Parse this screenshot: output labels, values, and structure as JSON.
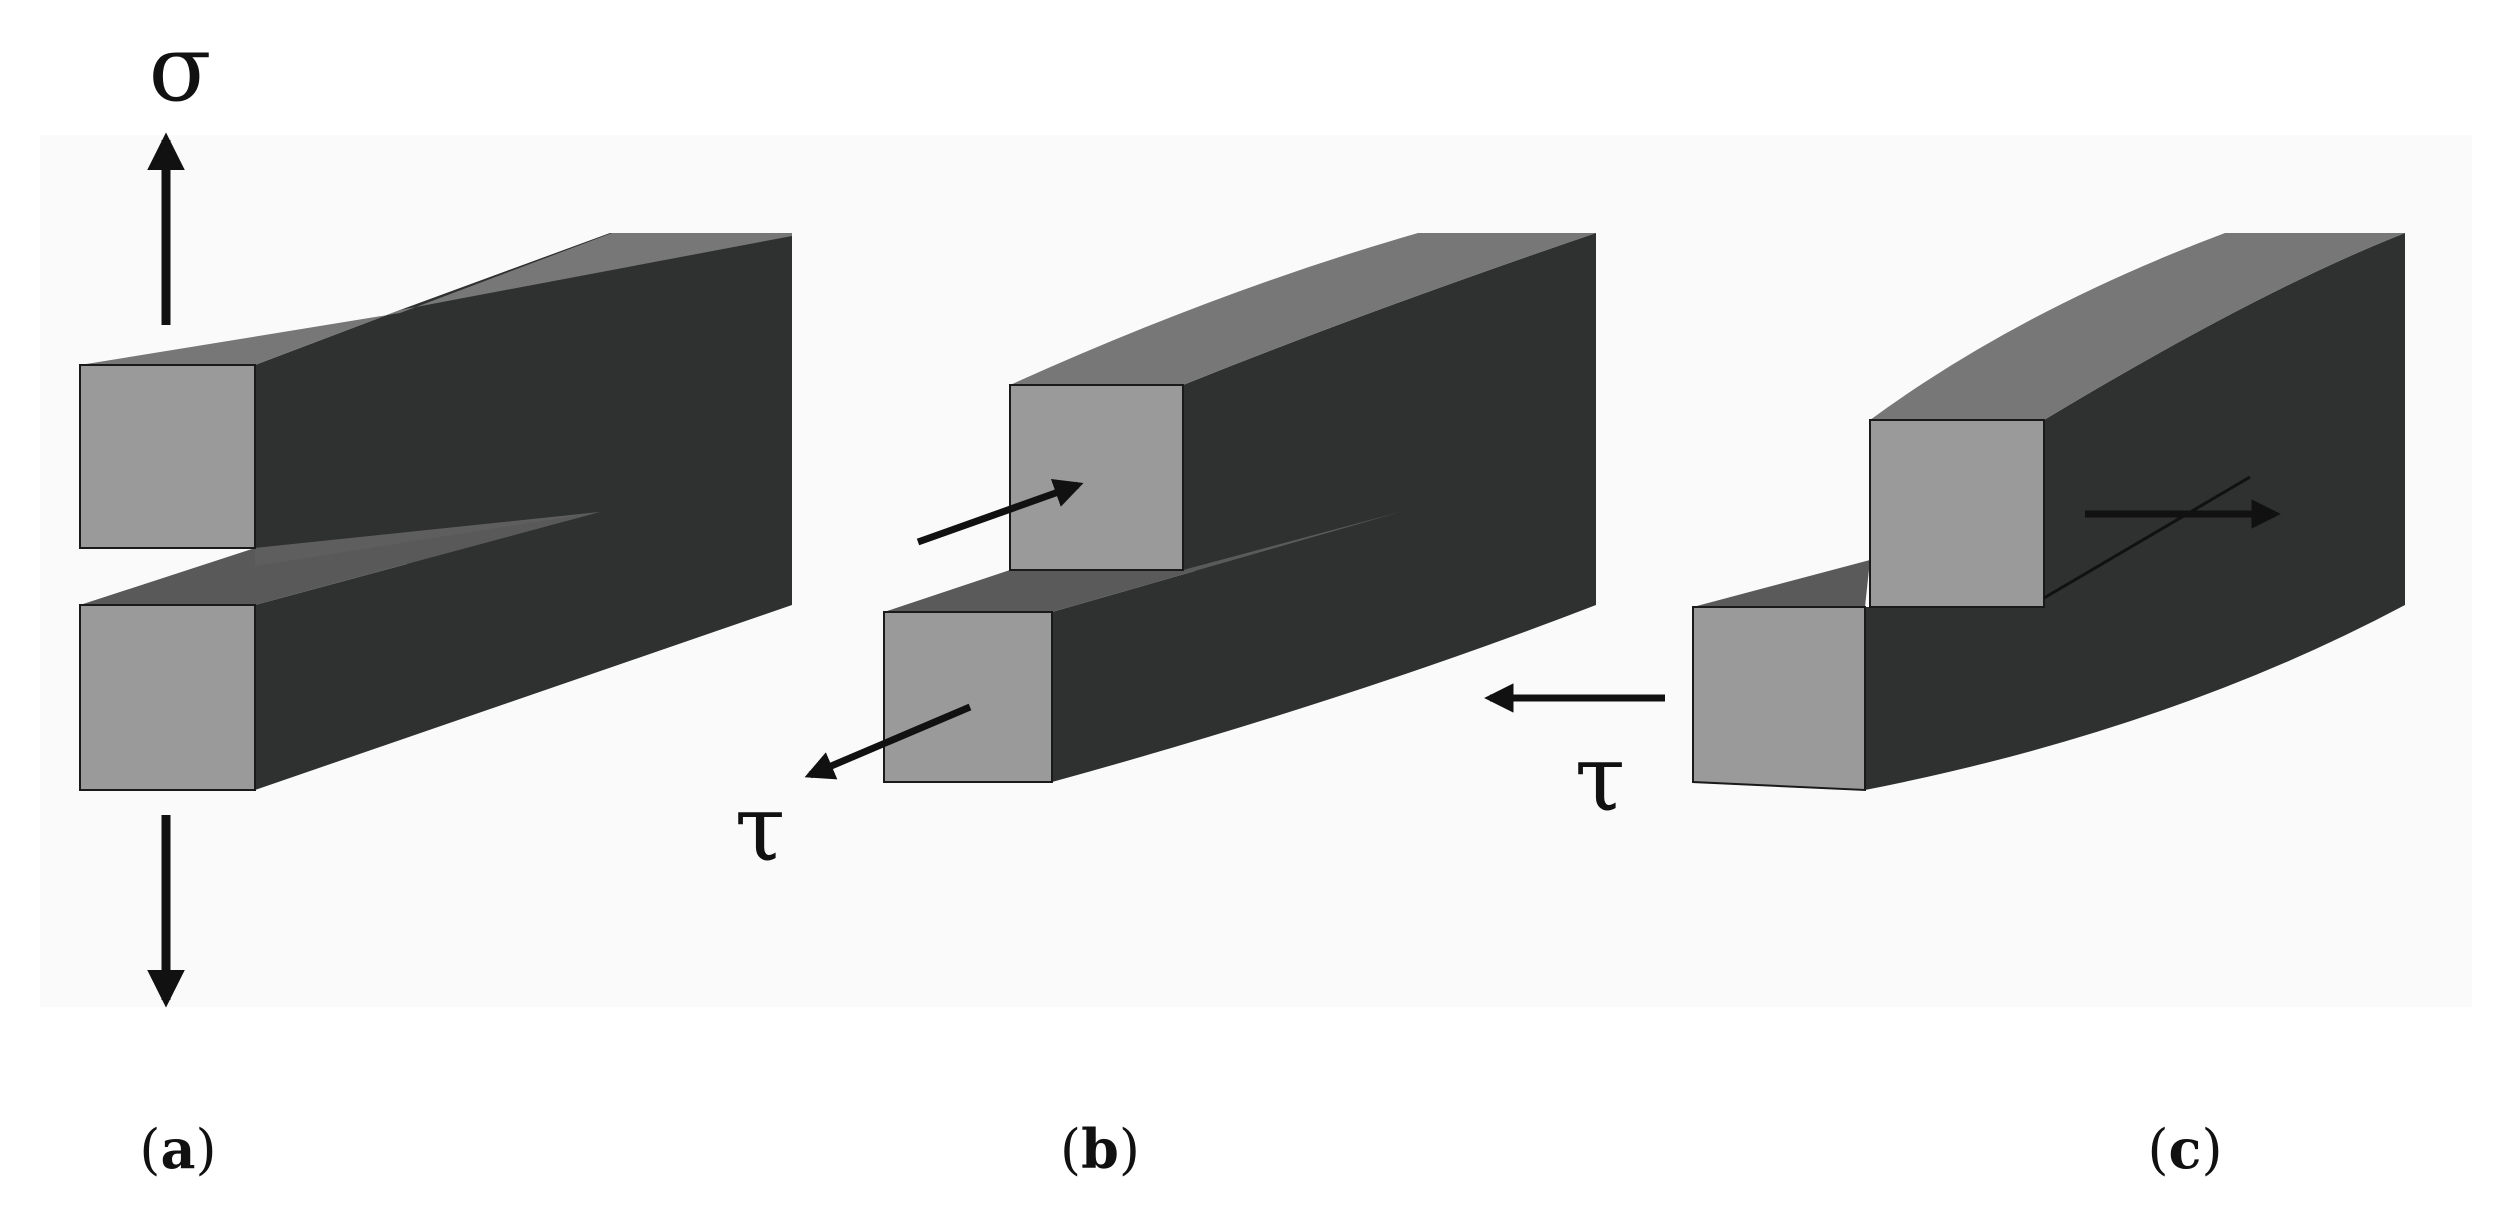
{
  "colors": {
    "panel_bg": "#fafafa",
    "side_face": "#2f3030",
    "top_face": "#777777",
    "front_face": "#9a9a9a",
    "ink": "#111111"
  },
  "symbols": {
    "sigma": "σ",
    "tau_b": "τ",
    "tau_c": "τ"
  },
  "captions": {
    "a": {
      "open": "(",
      "letter": "a",
      "close": ")"
    },
    "b": {
      "open": "(",
      "letter": "b",
      "close": ")"
    },
    "c": {
      "open": "(",
      "letter": "c",
      "close": ")"
    }
  }
}
